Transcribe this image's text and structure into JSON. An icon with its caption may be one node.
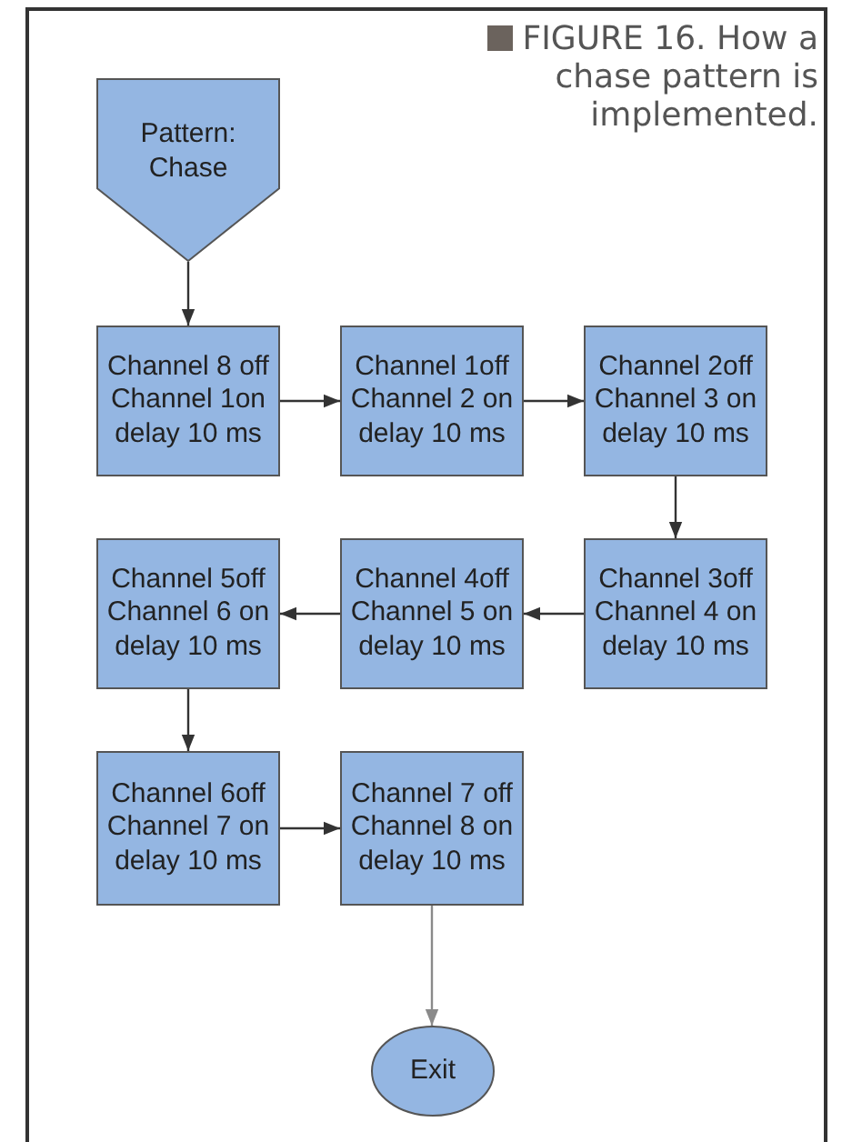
{
  "diagram": {
    "title": "FIGURE 16. How a chase pattern is implemented.",
    "nodes": [
      {
        "text": [
          "Pattern: Chase"
        ]
      },
      {
        "text": [
          "Channel 8 off",
          "Channel 1on",
          "delay 10 ms"
        ]
      },
      {
        "text": [
          "Channel 1off",
          "Channel 2 on",
          "delay 10 ms"
        ]
      },
      {
        "text": [
          "Channel 2off",
          "Channel 3 on",
          "delay 10 ms"
        ]
      },
      {
        "text": [
          "Channel 5off",
          "Channel 6 on",
          "delay 10 ms"
        ]
      },
      {
        "text": [
          "Channel 4off",
          "Channel 5 on",
          "delay 10 ms"
        ]
      },
      {
        "text": [
          "Channel 3off",
          "Channel 4 on",
          "delay 10 ms"
        ]
      },
      {
        "text": [
          "Channel 6off",
          "Channel 7 on",
          "delay 10 ms"
        ]
      },
      {
        "text": [
          "Channel 7 off",
          "Channel 8 on",
          "delay 10 ms"
        ]
      },
      {
        "text": [
          "Exit"
        ]
      }
    ],
    "edges": [
      {
        "from": 0,
        "to": 1,
        "arrow": "to"
      },
      {
        "from": 1,
        "to": 2,
        "arrow": "to"
      },
      {
        "from": 2,
        "to": 3,
        "arrow": "to"
      },
      {
        "from": 3,
        "to": 6,
        "arrow": "to"
      },
      {
        "from": 6,
        "to": 5,
        "arrow": "to"
      },
      {
        "from": 5,
        "to": 4,
        "arrow": "to"
      },
      {
        "from": 4,
        "to": 7,
        "arrow": "to"
      },
      {
        "from": 7,
        "to": 8,
        "arrow": "to"
      },
      {
        "from": 8,
        "to": 9,
        "arrow": "to",
        "color": "#8a8a8a"
      }
    ]
  }
}
